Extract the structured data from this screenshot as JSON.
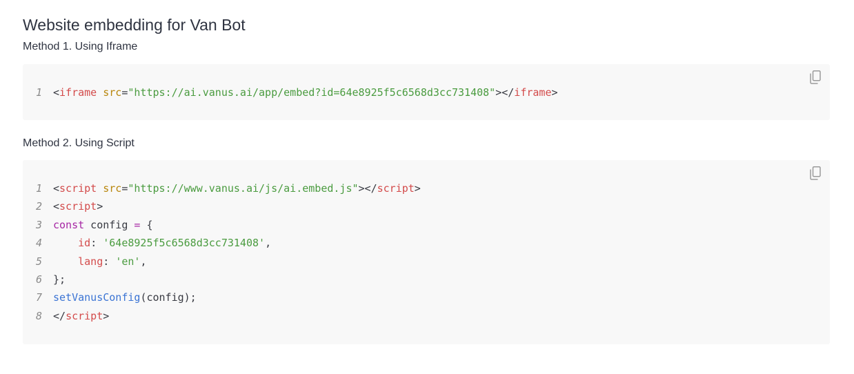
{
  "header": {
    "title": "Website embedding for Van Bot"
  },
  "method1": {
    "label": "Method 1. Using Iframe",
    "lines": [
      {
        "num": "1",
        "tokens": [
          {
            "t": "<",
            "c": "punct"
          },
          {
            "t": "iframe",
            "c": "tag"
          },
          {
            "t": " ",
            "c": "punct"
          },
          {
            "t": "src",
            "c": "attr"
          },
          {
            "t": "=",
            "c": "punct"
          },
          {
            "t": "\"https://ai.vanus.ai/app/embed?id=64e8925f5c6568d3cc731408\"",
            "c": "str"
          },
          {
            "t": "></",
            "c": "punct"
          },
          {
            "t": "iframe",
            "c": "tag"
          },
          {
            "t": ">",
            "c": "punct"
          }
        ]
      }
    ]
  },
  "method2": {
    "label": "Method 2. Using Script",
    "lines": [
      {
        "num": "1",
        "tokens": [
          {
            "t": "<",
            "c": "punct"
          },
          {
            "t": "script",
            "c": "tag"
          },
          {
            "t": " ",
            "c": "punct"
          },
          {
            "t": "src",
            "c": "attr"
          },
          {
            "t": "=",
            "c": "punct"
          },
          {
            "t": "\"https://www.vanus.ai/js/ai.embed.js\"",
            "c": "str"
          },
          {
            "t": "></",
            "c": "punct"
          },
          {
            "t": "script",
            "c": "tag"
          },
          {
            "t": ">",
            "c": "punct"
          }
        ]
      },
      {
        "num": "2",
        "tokens": [
          {
            "t": "<",
            "c": "punct"
          },
          {
            "t": "script",
            "c": "tag"
          },
          {
            "t": ">",
            "c": "punct"
          }
        ]
      },
      {
        "num": "3",
        "tokens": [
          {
            "t": "const",
            "c": "kw"
          },
          {
            "t": " config ",
            "c": "punct"
          },
          {
            "t": "=",
            "c": "kw"
          },
          {
            "t": " {",
            "c": "punct"
          }
        ]
      },
      {
        "num": "4",
        "tokens": [
          {
            "t": "    ",
            "c": "punct"
          },
          {
            "t": "id",
            "c": "prop"
          },
          {
            "t": ": ",
            "c": "punct"
          },
          {
            "t": "'64e8925f5c6568d3cc731408'",
            "c": "str"
          },
          {
            "t": ",",
            "c": "punct"
          }
        ]
      },
      {
        "num": "5",
        "tokens": [
          {
            "t": "    ",
            "c": "punct"
          },
          {
            "t": "lang",
            "c": "prop"
          },
          {
            "t": ": ",
            "c": "punct"
          },
          {
            "t": "'en'",
            "c": "str"
          },
          {
            "t": ",",
            "c": "punct"
          }
        ]
      },
      {
        "num": "6",
        "tokens": [
          {
            "t": "};",
            "c": "punct"
          }
        ]
      },
      {
        "num": "7",
        "tokens": [
          {
            "t": "setVanusConfig",
            "c": "fn"
          },
          {
            "t": "(config);",
            "c": "punct"
          }
        ]
      },
      {
        "num": "8",
        "tokens": [
          {
            "t": "</",
            "c": "punct"
          },
          {
            "t": "script",
            "c": "tag"
          },
          {
            "t": ">",
            "c": "punct"
          }
        ]
      }
    ]
  },
  "icons": {
    "copy": "copy-icon"
  },
  "colors": {
    "tag": "#d34b4b",
    "attr": "#b8860b",
    "string": "#4a9b3f",
    "keyword": "#a626a4",
    "function": "#3b74d4",
    "block_bg": "#f8f8f8"
  }
}
